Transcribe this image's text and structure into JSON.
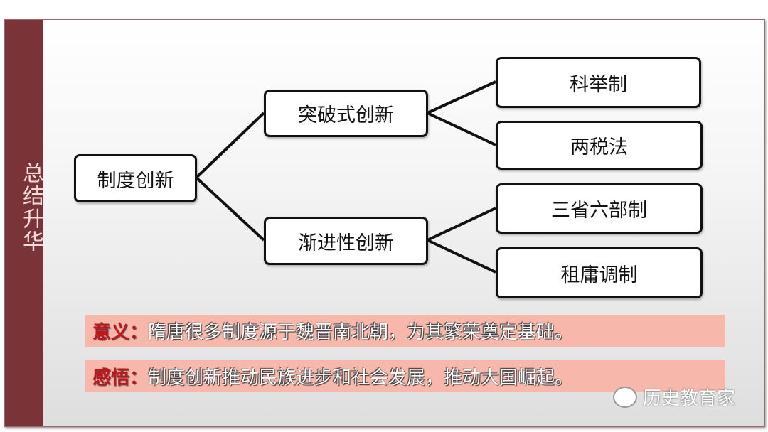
{
  "sidebar": {
    "title": "总结升华"
  },
  "diagram": {
    "root": "制度创新",
    "branches": [
      {
        "label": "突破式创新",
        "children": [
          "科举制",
          "两税法"
        ]
      },
      {
        "label": "渐进性创新",
        "children": [
          "三省六部制",
          "租庸调制"
        ]
      }
    ]
  },
  "notes": [
    {
      "key": "意义：",
      "text": "隋唐很多制度源于魏晋南北朝，为其繁荣奠定基础。"
    },
    {
      "key": "感悟：",
      "text": "制度创新推动民族进步和社会发展，推动大国崛起。"
    }
  ],
  "watermark": "历史教育家",
  "colors": {
    "sidebar": "#7a3336",
    "banner": "#f7b7ab",
    "key": "#c0161a"
  }
}
